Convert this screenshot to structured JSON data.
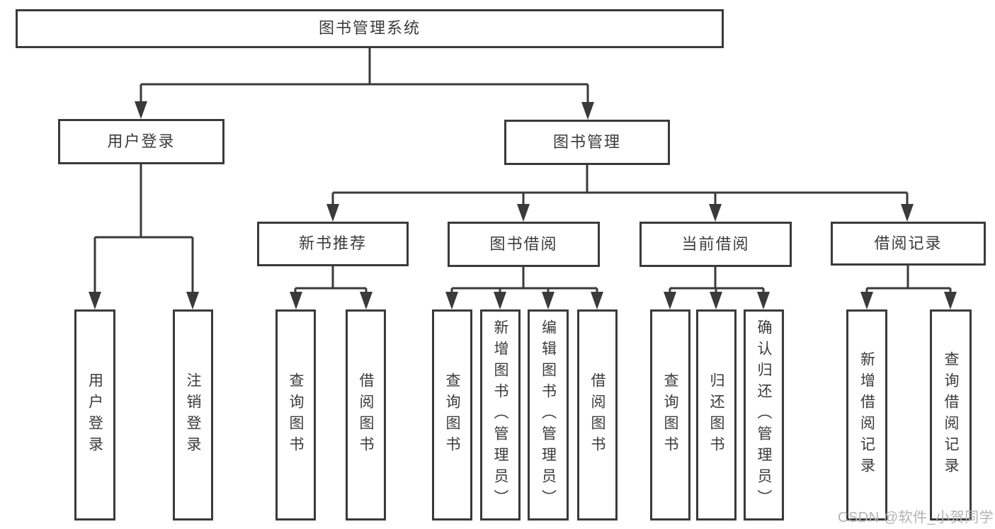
{
  "diagram": {
    "root": {
      "label": "图书管理系统",
      "children": [
        {
          "label": "用户登录",
          "children": [
            {
              "label": "用户登录"
            },
            {
              "label": "注销登录"
            }
          ]
        },
        {
          "label": "图书管理",
          "children": [
            {
              "label": "新书推荐",
              "children": [
                {
                  "label": "查询图书"
                },
                {
                  "label": "借阅图书"
                }
              ]
            },
            {
              "label": "图书借阅",
              "children": [
                {
                  "label": "查询图书"
                },
                {
                  "label": "新增图书（管理员）"
                },
                {
                  "label": "编辑图书（管理员）"
                },
                {
                  "label": "借阅图书"
                }
              ]
            },
            {
              "label": "当前借阅",
              "children": [
                {
                  "label": "查询图书"
                },
                {
                  "label": "归还图书"
                },
                {
                  "label": "确认归还（管理员）"
                }
              ]
            },
            {
              "label": "借阅记录",
              "children": [
                {
                  "label": "新增借阅记录"
                },
                {
                  "label": "查询借阅记录"
                }
              ]
            }
          ]
        }
      ]
    },
    "colors": {
      "line": "#3a3a3a",
      "text": "#3b3b3b",
      "watermark": "#b2b2b2",
      "background": "#ffffff"
    },
    "watermark": {
      "text": "CSDN @软件_小贺同学"
    }
  }
}
